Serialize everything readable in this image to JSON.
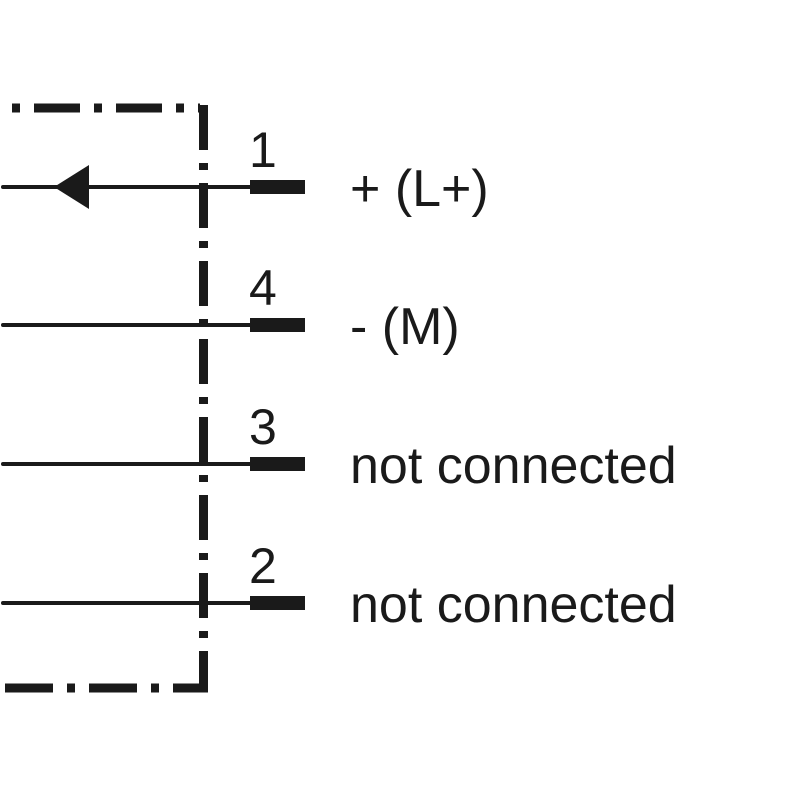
{
  "diagram": {
    "pins": [
      {
        "number": "1",
        "label": "+ (L+)",
        "arrow": true
      },
      {
        "number": "4",
        "label": "- (M)",
        "arrow": false
      },
      {
        "number": "3",
        "label": "not connected",
        "arrow": false
      },
      {
        "number": "2",
        "label": "not connected",
        "arrow": false
      }
    ],
    "line_color": "#1a1a1a"
  }
}
